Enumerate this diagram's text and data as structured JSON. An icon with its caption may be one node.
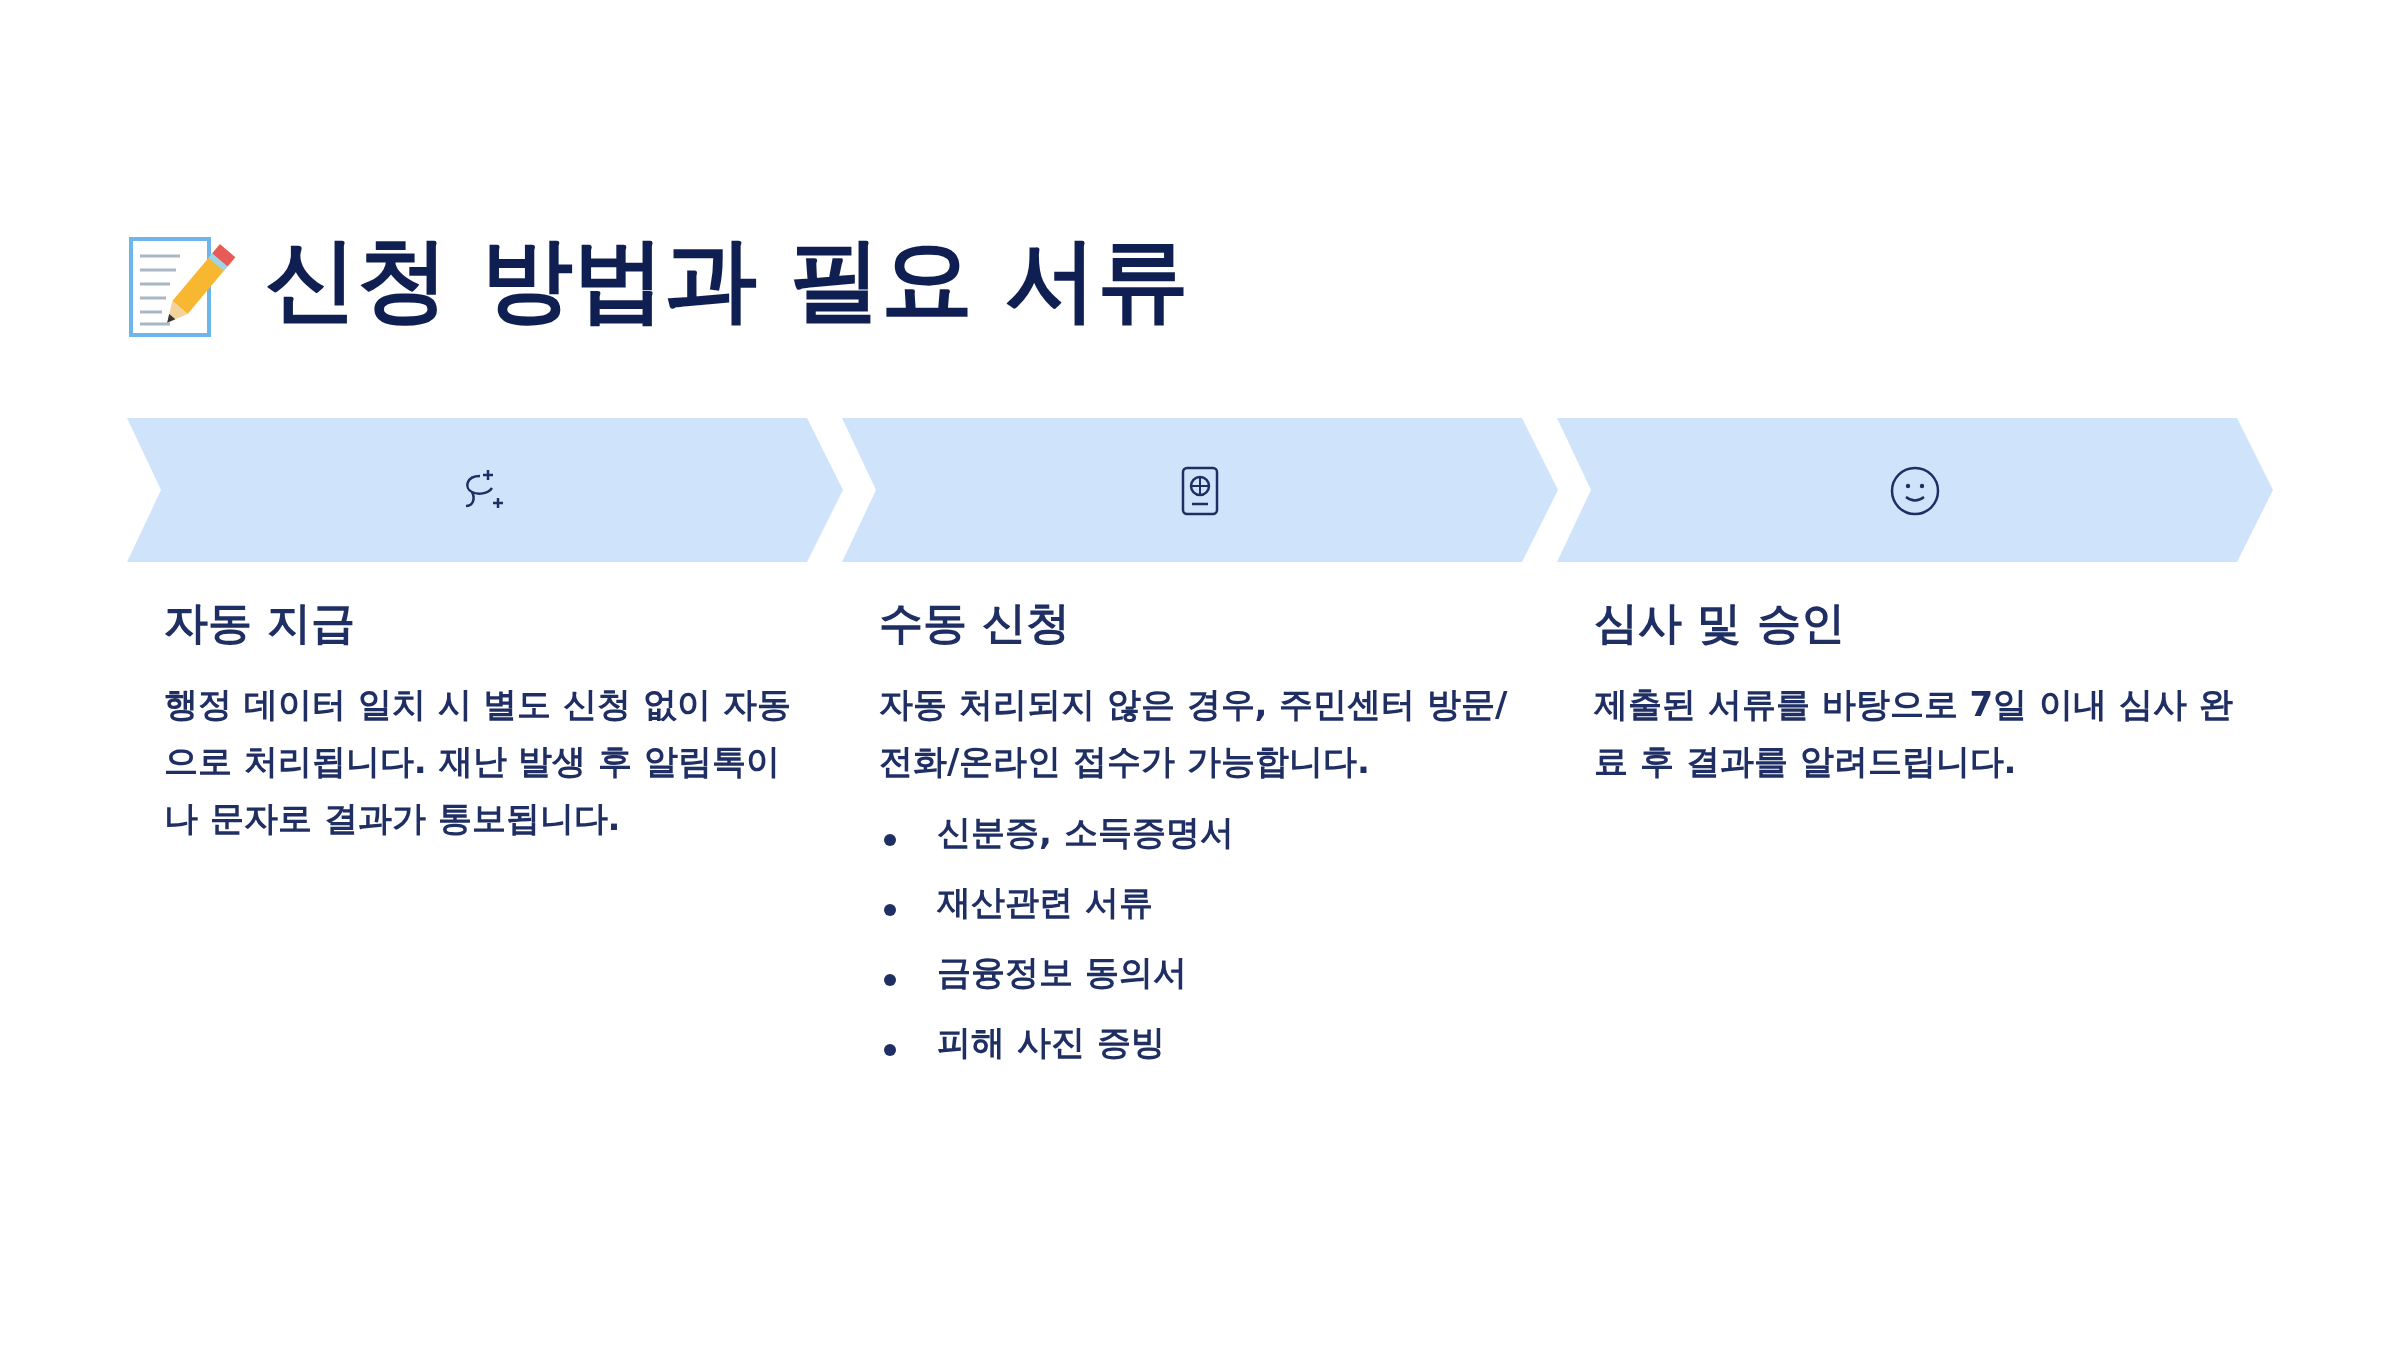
{
  "diagram": {
    "title": "신청 방법과 필요 서류",
    "nodes": [
      {
        "text": [
          "자동 지급",
          "행정 데이터 일치 시 별도 신청 없이 자동으로 처리됩니다. 재난 발생 후 알림톡이나 문자로 결과가 통보됩니다."
        ]
      },
      {
        "text": [
          "수동 신청",
          "자동 처리되지 않은 경우, 주민센터 방문/전화/온라인 접수가 가능합니다.",
          "신분증, 소득증명서",
          "재산관련 서류",
          "금융정보 동의서",
          "피해 사진 증빙"
        ]
      },
      {
        "text": [
          "심사 및 승인",
          "제출된 서류를 바탕으로 7일 이내 심사 완료 후 결과를 알려드립니다."
        ]
      }
    ]
  }
}
